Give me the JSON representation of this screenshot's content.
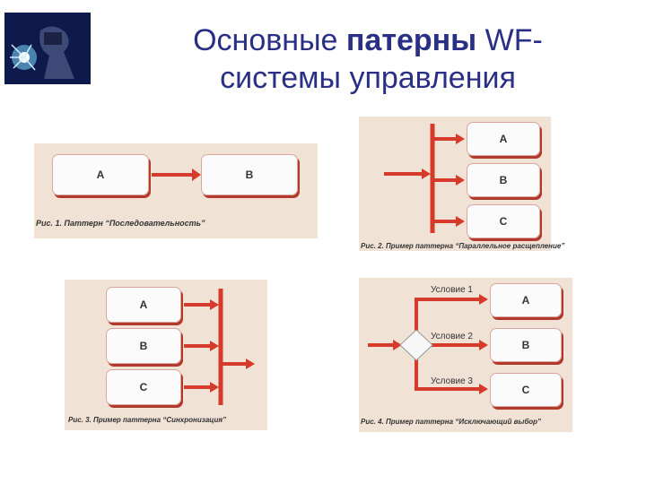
{
  "slide": {
    "title_line1_regular": "Основные ",
    "title_line1_bold": "патерны",
    "title_line1_end": " WF-",
    "title_line2": "системы управления"
  },
  "fig1": {
    "box_a": "A",
    "box_b": "B",
    "caption": "Рис. 1. Паттерн “Последовательность”"
  },
  "fig2": {
    "box_a": "A",
    "box_b": "B",
    "box_c": "C",
    "caption": "Рис. 2. Пример паттерна “Параллельное расщепление”"
  },
  "fig3": {
    "box_a": "A",
    "box_b": "B",
    "box_c": "C",
    "caption": "Рис. 3. Пример паттерна “Синхронизация”"
  },
  "fig4": {
    "cond1": "Условие 1",
    "cond2": "Условие 2",
    "cond3": "Условие 3",
    "box_a": "A",
    "box_b": "B",
    "box_c": "C",
    "caption": "Рис. 4. Пример паттерна “Исключающий выбор”"
  },
  "colors": {
    "title": "#2a2f86",
    "arrow": "#d63a2a",
    "panel": "#f1e2d6"
  }
}
